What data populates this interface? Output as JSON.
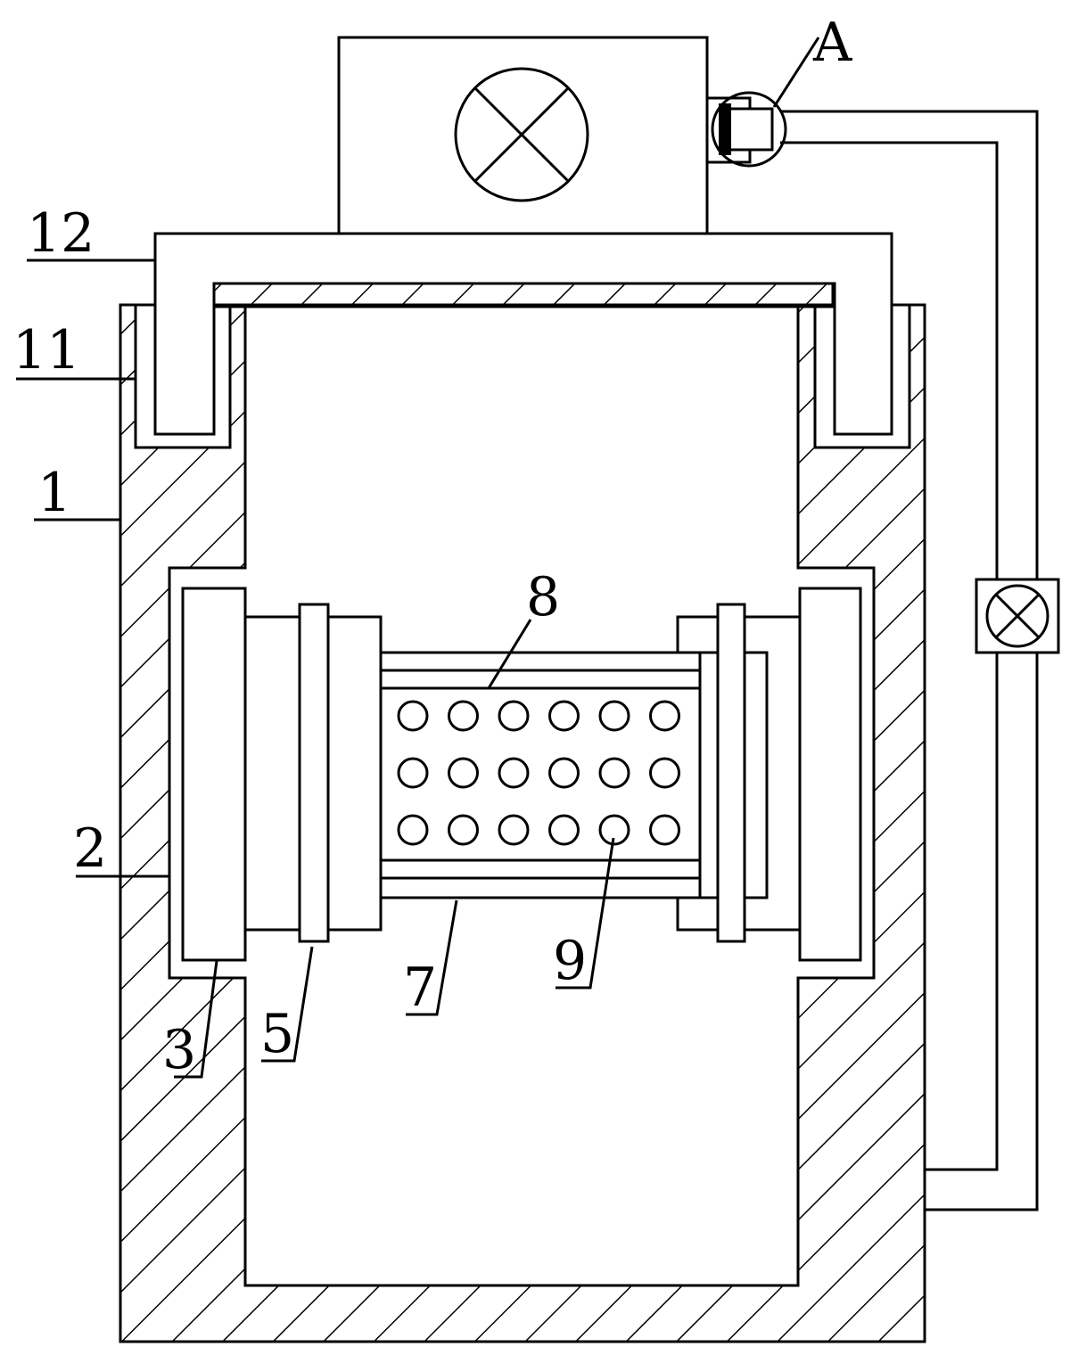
{
  "labels": {
    "l1": "1",
    "l2": "2",
    "l3": "3",
    "l5": "5",
    "l7": "7",
    "l8": "8",
    "l9": "9",
    "l11": "11",
    "l12": "12",
    "lA": "A"
  },
  "colors": {
    "stroke": "#000000",
    "background": "#ffffff"
  },
  "perforation_rows": 3,
  "perforation_cols": 6
}
